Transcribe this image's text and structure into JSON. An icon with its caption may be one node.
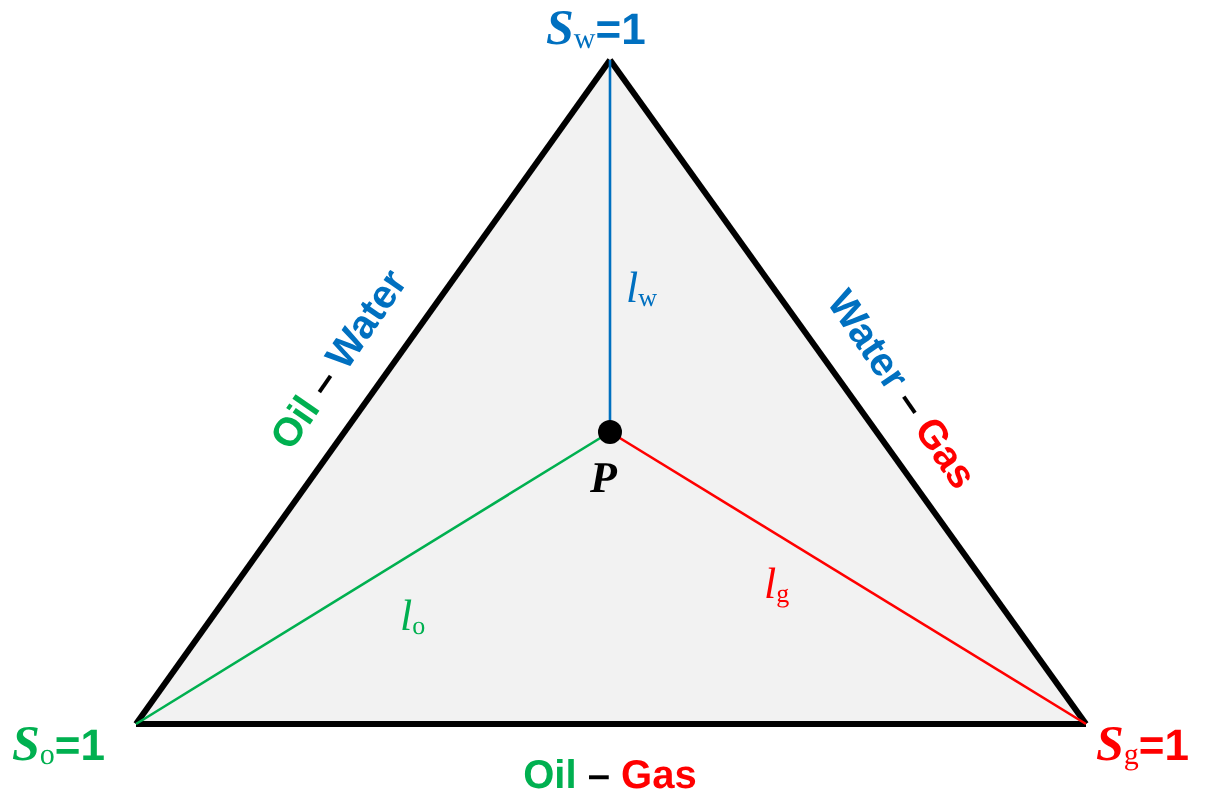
{
  "diagram": {
    "nodes": [
      {
        "text": [
          "*S*$_{w}$=1"
        ]
      },
      {
        "text": [
          "*S*$_{o}$=1"
        ]
      },
      {
        "text": [
          "*S*$_{g}$=1"
        ]
      },
      {
        "text": [],
        "shape": "circle",
        "beside": [
          "P"
        ]
      }
    ],
    "edges": [
      {
        "from": 1,
        "to": 0,
        "arrow": "none",
        "label": "Oil – Water",
        "style": "thick"
      },
      {
        "from": 0,
        "to": 2,
        "arrow": "none",
        "label": "Water – Gas",
        "style": "thick"
      },
      {
        "from": 1,
        "to": 2,
        "arrow": "none",
        "label": "Oil – Gas",
        "style": "thick"
      },
      {
        "from": 3,
        "to": 0,
        "arrow": "none",
        "label": "*l*$_{w}$",
        "color": "#0070c0"
      },
      {
        "from": 3,
        "to": 1,
        "arrow": "none",
        "label": "*l*$_{o}$",
        "color": "#00b050"
      },
      {
        "from": 3,
        "to": 2,
        "arrow": "none",
        "label": "*l*$_{g}$",
        "color": "#ff0000"
      }
    ]
  }
}
